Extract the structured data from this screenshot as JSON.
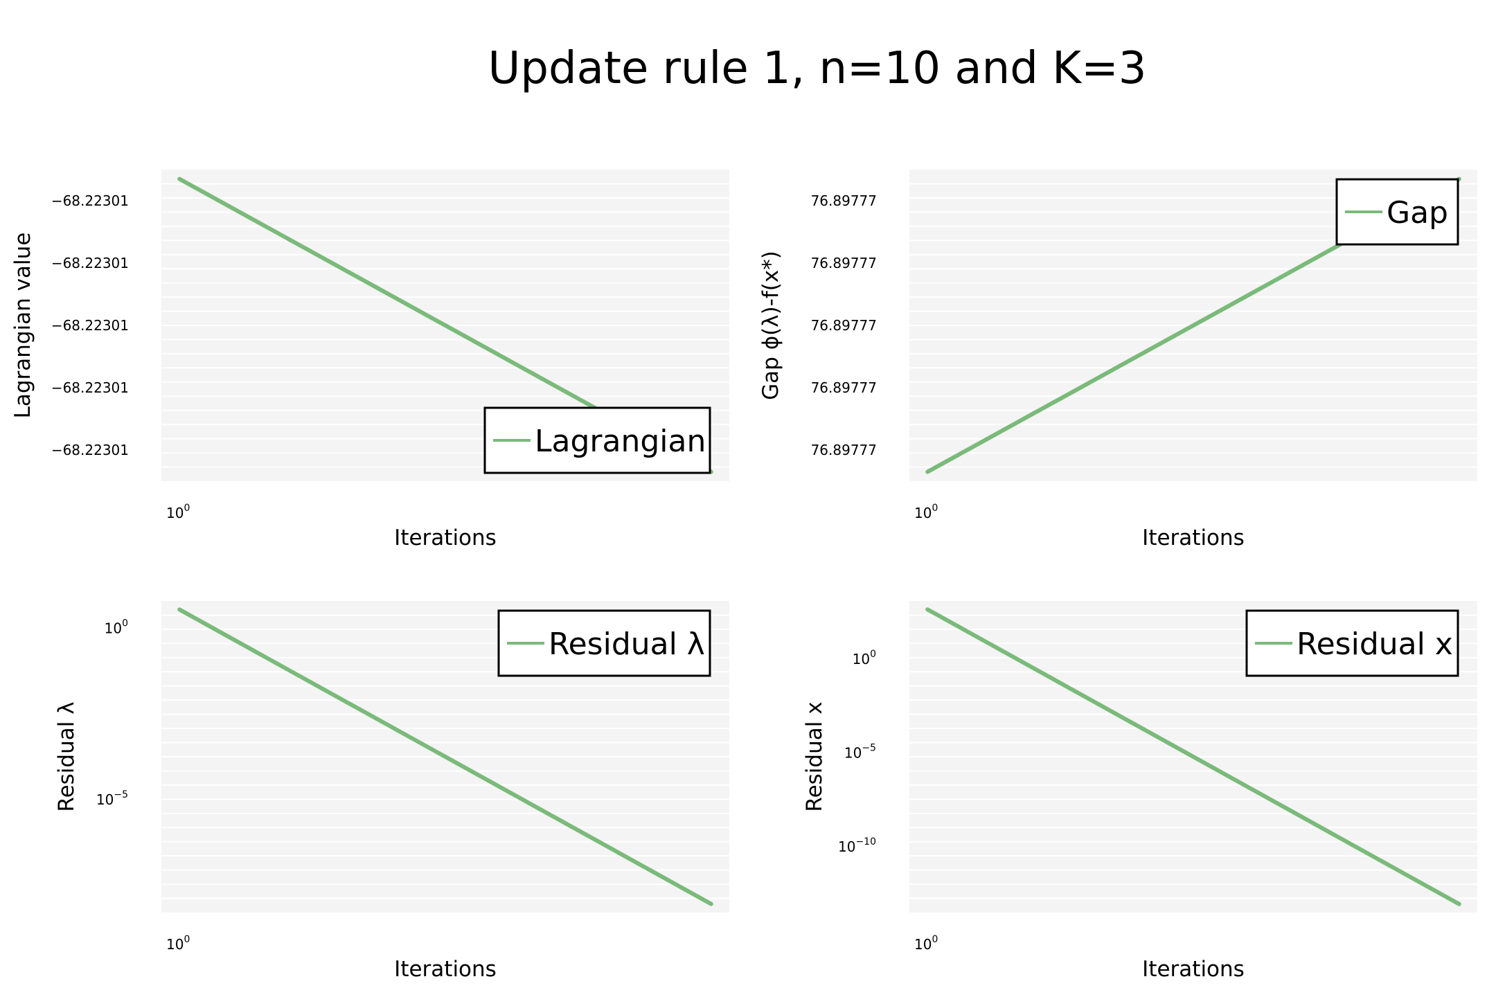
{
  "title": "Update rule 1, n=10 and K=3",
  "colors": {
    "line": "#7aba7a",
    "panel_bg": "#f4f4f4",
    "grid": "#ffffff"
  },
  "chart_data": [
    {
      "type": "line",
      "xscale": "log",
      "yscale": "linear",
      "xlabel": "Iterations",
      "ylabel": "Lagrangian value",
      "x": [
        1,
        2
      ],
      "xticks": [
        {
          "base": "10",
          "exp": "0",
          "value": 1
        }
      ],
      "yticks": [
        {
          "label": "−68.22301",
          "pos": 0.9
        },
        {
          "label": "−68.22301",
          "pos": 0.7
        },
        {
          "label": "−68.22301",
          "pos": 0.5
        },
        {
          "label": "−68.22301",
          "pos": 0.3
        },
        {
          "label": "−68.22301",
          "pos": 0.1
        }
      ],
      "series": [
        {
          "name": "Lagrangian",
          "values_rel": [
            0.97,
            0.03
          ]
        }
      ],
      "legend": "lower right",
      "grid": true
    },
    {
      "type": "line",
      "xscale": "log",
      "yscale": "linear",
      "xlabel": "Iterations",
      "ylabel": "Gap ϕ(λ)-f(x*)",
      "x": [
        1,
        2
      ],
      "xticks": [
        {
          "base": "10",
          "exp": "0",
          "value": 1
        }
      ],
      "yticks": [
        {
          "label": "76.89777",
          "pos": 0.9
        },
        {
          "label": "76.89777",
          "pos": 0.7
        },
        {
          "label": "76.89777",
          "pos": 0.5
        },
        {
          "label": "76.89777",
          "pos": 0.3
        },
        {
          "label": "76.89777",
          "pos": 0.1
        }
      ],
      "series": [
        {
          "name": "Gap",
          "values_rel": [
            0.03,
            0.97
          ]
        }
      ],
      "legend": "upper right",
      "grid": true
    },
    {
      "type": "line",
      "xscale": "log",
      "yscale": "log",
      "xlabel": "Iterations",
      "ylabel": "Residual λ",
      "x": [
        1,
        2
      ],
      "xticks": [
        {
          "base": "10",
          "exp": "0",
          "value": 1
        }
      ],
      "yticks": [
        {
          "base": "10",
          "exp": "0",
          "value": 0
        },
        {
          "base": "10",
          "exp": "−5",
          "value": -5
        }
      ],
      "ylim_log10": [
        -8.3,
        0.8
      ],
      "series": [
        {
          "name": "Residual λ",
          "values_log10": [
            0.55,
            -8.05
          ]
        }
      ],
      "legend": "upper right",
      "grid": true
    },
    {
      "type": "line",
      "xscale": "log",
      "yscale": "log",
      "xlabel": "Iterations",
      "ylabel": "Residual x",
      "x": [
        1,
        2
      ],
      "xticks": [
        {
          "base": "10",
          "exp": "0",
          "value": 1
        }
      ],
      "yticks": [
        {
          "base": "10",
          "exp": "0",
          "value": 0
        },
        {
          "base": "10",
          "exp": "−5",
          "value": -5
        },
        {
          "base": "10",
          "exp": "−10",
          "value": -10
        }
      ],
      "ylim_log10": [
        -13.5,
        3.1
      ],
      "series": [
        {
          "name": "Residual x",
          "values_log10": [
            2.65,
            -13.05
          ]
        }
      ],
      "legend": "upper right",
      "grid": true
    }
  ]
}
